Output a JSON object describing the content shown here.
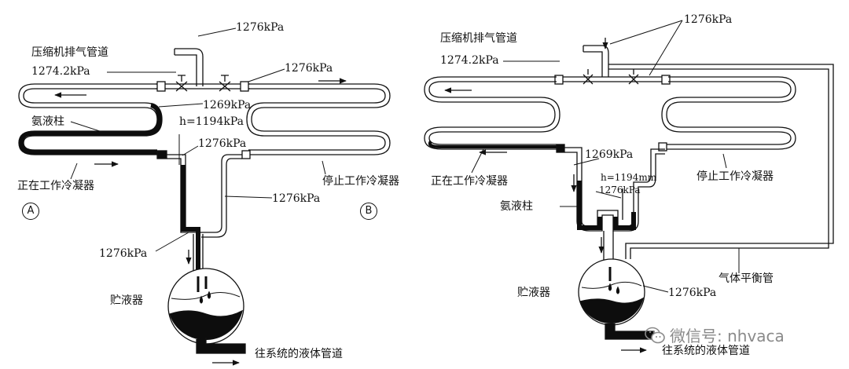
{
  "diagramA": {
    "marker": "A",
    "compressor_pipe": "压缩机排气管道",
    "p_top": "1276kPa",
    "p_left_valve": "1274.2kPa",
    "p_right_valve": "1276kPa",
    "p_bottom_coil": "1269kPa",
    "liquid_column": "氨液柱",
    "height": "h=1194kPa",
    "p_branch": "1276kPa",
    "working_condenser": "正在工作冷凝器",
    "idle_condenser": "停止工作冷凝器",
    "p_idle_drop": "1276kPa",
    "p_receiver_inlet": "1276kPa",
    "receiver": "贮液器",
    "liquid_line": "往系统的液体管道"
  },
  "diagramB": {
    "marker": "B",
    "compressor_pipe": "压缩机排气管道",
    "p_top": "1276kPa",
    "p_left_valve": "1274.2kPa",
    "working_condenser": "正在工作冷凝器",
    "idle_condenser": "停止工作冷凝器",
    "p_bottom_coil": "1269kPa",
    "height": "h=1194mm",
    "p_trap": "1276kPa",
    "liquid_column": "氨液柱",
    "balance_pipe": "气体平衡管",
    "receiver": "贮液器",
    "p_receiver": "1276kPa",
    "liquid_line": "往系统的液体管道"
  },
  "watermark": {
    "icon": "wechat-icon",
    "text": "微信号: nhvaca"
  },
  "colors": {
    "ink": "#111111",
    "liquid": "#0d0d0d",
    "watermark": "#8a8a8a"
  }
}
